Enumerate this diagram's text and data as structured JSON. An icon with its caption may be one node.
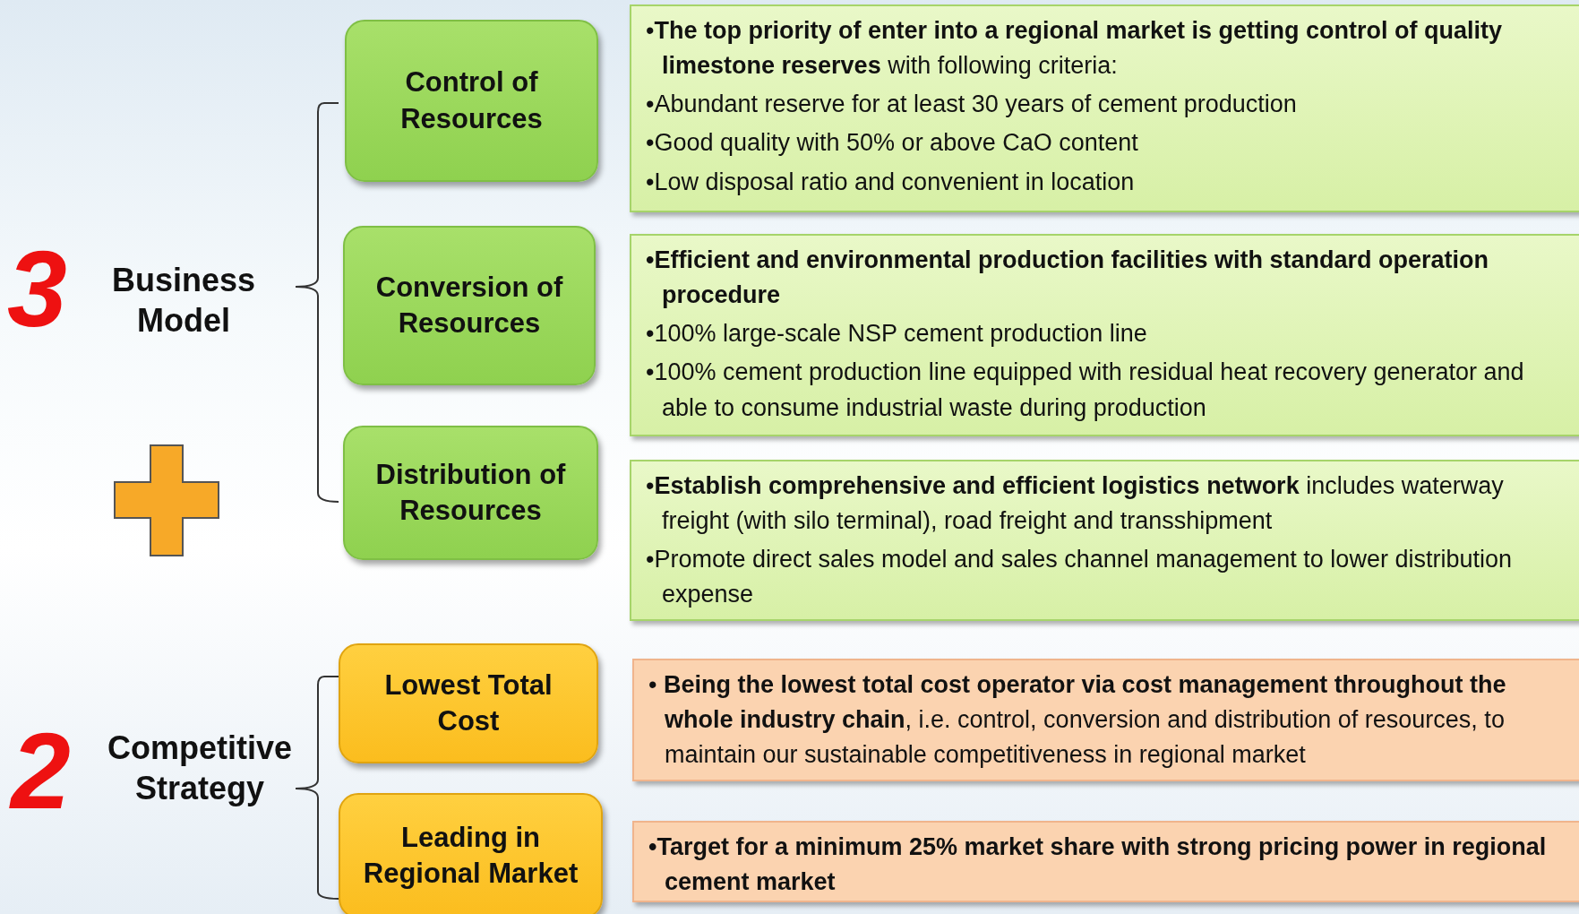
{
  "diagram": {
    "nodes": [
      {
        "text": [
          "Control of Resources"
        ]
      },
      {
        "text": [
          "•**The top priority of enter into a regional market is getting control of quality limestone reserves** with following criteria:",
          "•Abundant reserve for at least 30 years of cement production",
          "•Good quality with 50% or above CaO content",
          "•Low disposal ratio and convenient in location"
        ]
      },
      {
        "text": [
          "Conversion of Resources"
        ]
      },
      {
        "text": [
          "•Efficient and environmental production facilities with standard operation procedure",
          "•100% large-scale NSP cement production line",
          "•100% cement production line equipped with residual heat recovery generator and able to consume industrial waste during production"
        ]
      },
      {
        "text": [
          "Distribution of Resources"
        ]
      },
      {
        "text": [
          "•**Establish comprehensive  and efficient logistics network** includes waterway freight (with silo terminal), road freight and transshipment",
          "•Promote direct sales model and sales channel management to lower distribution expense"
        ]
      },
      {
        "text": [
          "Lowest Total Cost"
        ]
      },
      {
        "text": [
          "• **Being the lowest total cost operator via cost management throughout the whole industry chain**, i.e. control, conversion and distribution of resources, to maintain  our sustainable competitiveness in regional  market"
        ]
      },
      {
        "text": [
          "Leading in Regional Market"
        ]
      },
      {
        "text": [
          "•Target for a minimum 25% market share with strong pricing power in regional cement market"
        ]
      }
    ],
    "labels": [
      "3",
      "Business Model",
      "2",
      "Competitive Strategy"
    ]
  }
}
